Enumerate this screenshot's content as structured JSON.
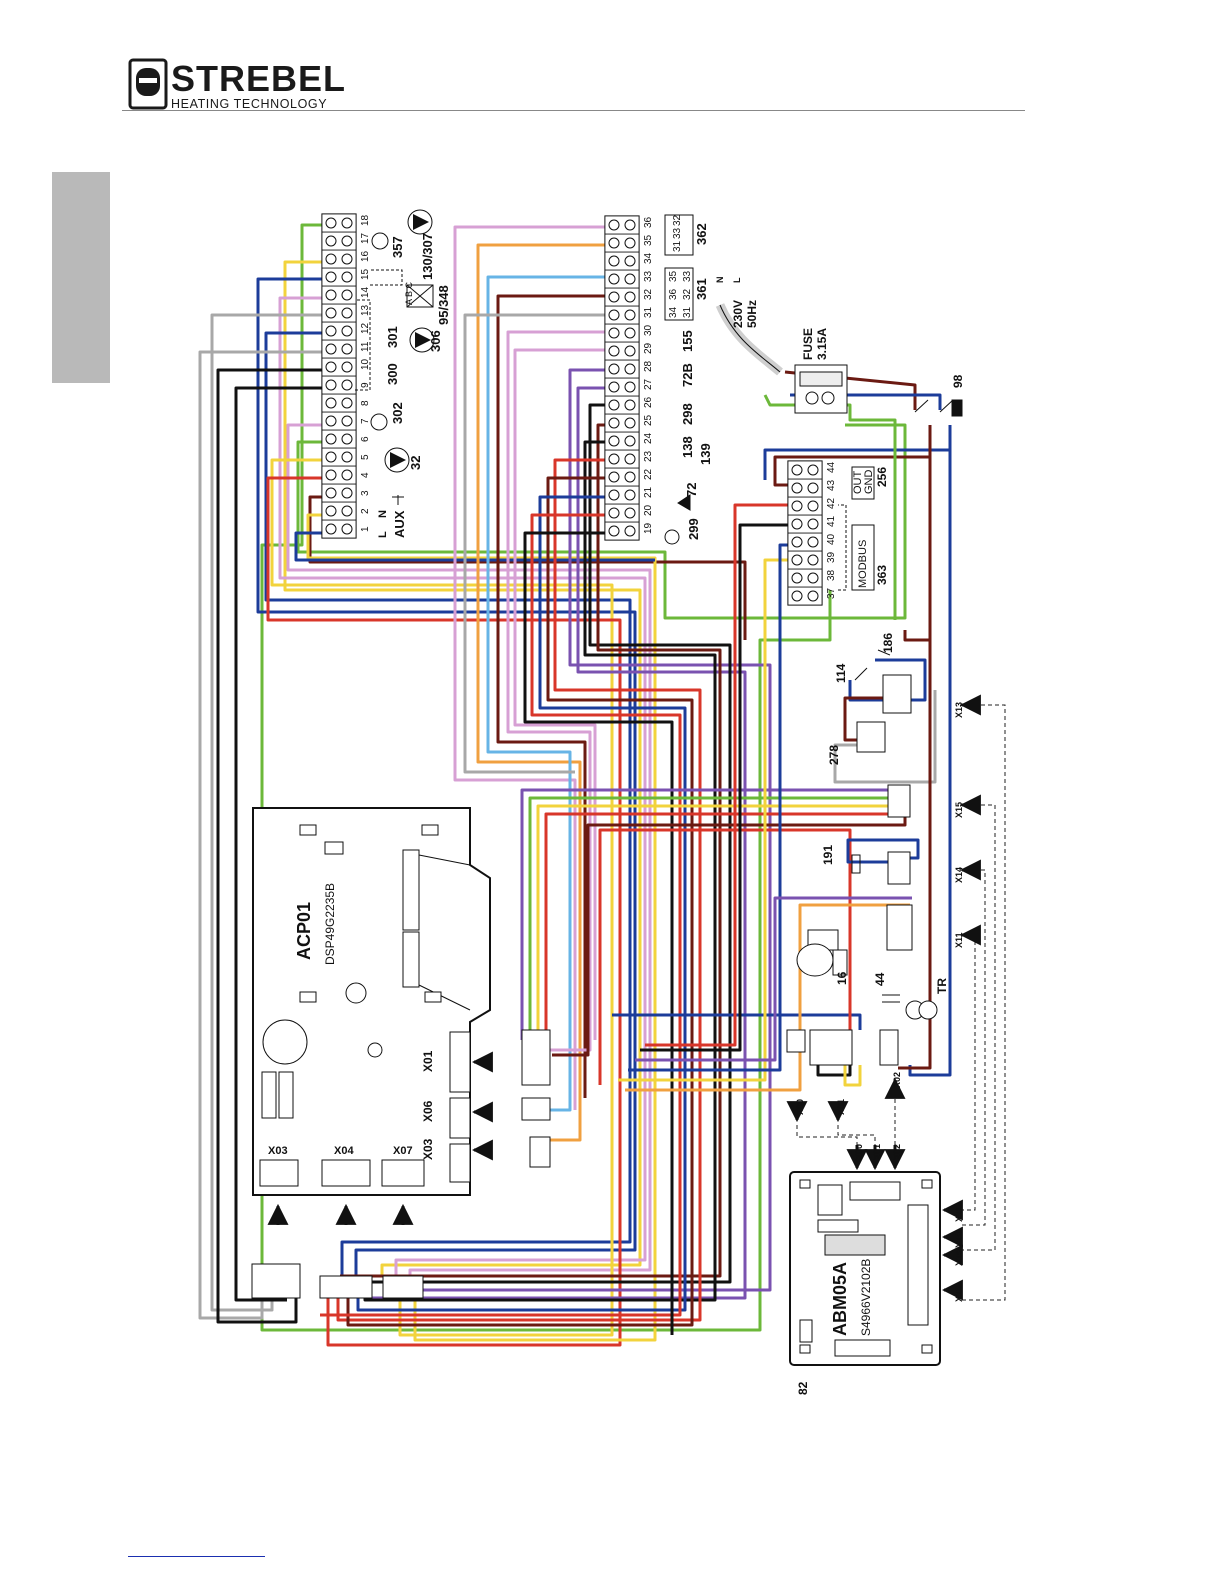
{
  "header": {
    "brand": "STREBEL",
    "tagline": "HEATING TECHNOLOGY"
  },
  "colors": {
    "brown": "#6b1a12",
    "blue": "#1c3c9a",
    "red": "#d8362a",
    "yellow": "#f2d33c",
    "pink": "#d7a0d4",
    "purple": "#7a52b0",
    "black": "#111111",
    "grey": "#a8a8a8",
    "lightblue": "#67b4e6",
    "orange": "#f0a040",
    "green": "#6cb83a"
  },
  "terminal_strip_1": {
    "numbers": [
      "1",
      "2",
      "3",
      "4",
      "5",
      "6",
      "7",
      "8",
      "9",
      "10",
      "11",
      "12",
      "13",
      "14",
      "15",
      "16",
      "17",
      "18"
    ],
    "labels": {
      "aux": "AUX",
      "l": "L",
      "n": "N",
      "c32": "32",
      "c302": "302",
      "c300": "300",
      "c301": "301",
      "c306": "306",
      "c357": "357",
      "c130": "130/307",
      "c95": "95/348",
      "abc": "A B C"
    }
  },
  "terminal_strip_2": {
    "numbers": [
      "19",
      "20",
      "21",
      "22",
      "23",
      "24",
      "25",
      "26",
      "27",
      "28",
      "29",
      "30",
      "31",
      "32",
      "33",
      "34",
      "35",
      "36"
    ],
    "labels": {
      "c299": "299",
      "c72": "72",
      "c139": "139",
      "c138": "138",
      "c298": "298",
      "c72b": "72B",
      "c155": "155",
      "c361": "361",
      "c362": "362",
      "box361": [
        "34",
        "36",
        "35",
        "31",
        "32",
        "33"
      ],
      "box362": [
        "31",
        "33",
        "32"
      ]
    }
  },
  "power": {
    "voltage": "230V",
    "frequency": "50Hz",
    "fuse": "FUSE",
    "fuse_rating": "3.15A",
    "l": "L",
    "n": "N",
    "c98": "98"
  },
  "terminal_strip_3": {
    "numbers": [
      "37",
      "38",
      "39",
      "40",
      "41",
      "42",
      "43",
      "44"
    ],
    "labels": {
      "modbus": "MODBUS",
      "c363": "363",
      "out": "OUT",
      "gnd": "GND",
      "c256": "256"
    }
  },
  "components": {
    "c114": "114",
    "c186": "186",
    "c278": "278",
    "c191": "191",
    "c16": "16",
    "c44": "44",
    "tr": "TR",
    "c82": "82"
  },
  "boards": {
    "acp01": "ACP01",
    "acp01_code": "DSP49G2235B",
    "abm05a": "ABM05A",
    "abm05a_code": "S4966V2102B"
  },
  "connectors": {
    "x01": "X01",
    "x06": "X06",
    "x03": "X03",
    "x04": "X04",
    "x07": "X07",
    "x00": "X00",
    "x02": "X02",
    "x11": "X11",
    "x13": "X13",
    "x14": "X14",
    "x15": "X15"
  }
}
